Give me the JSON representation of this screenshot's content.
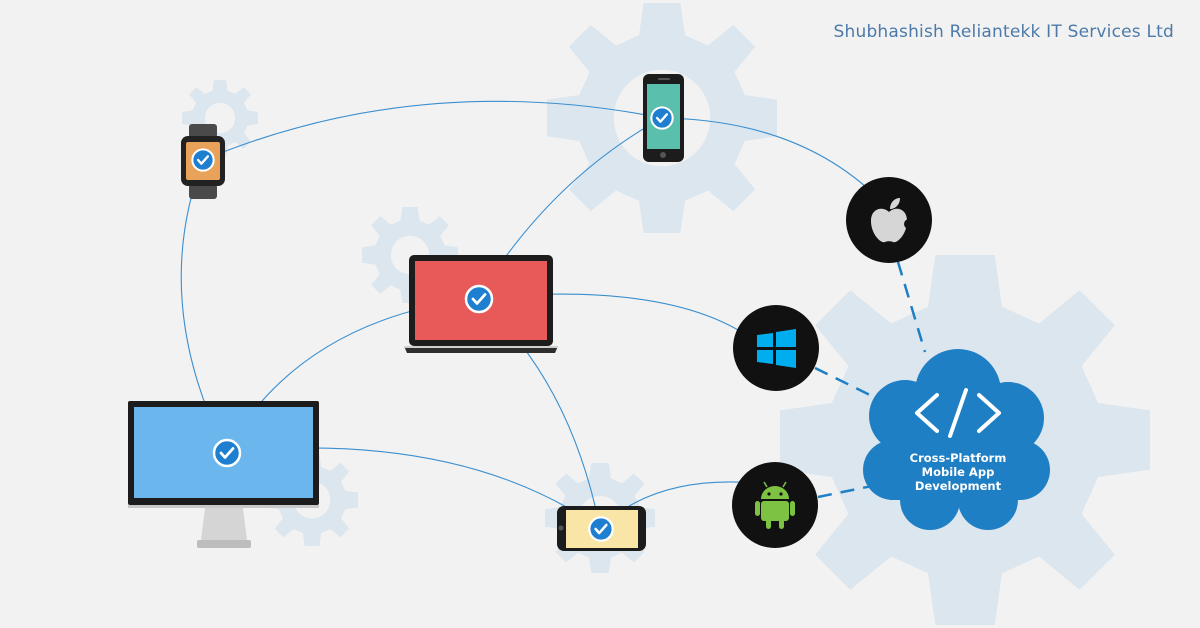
{
  "header": {
    "company_name": "Shubhashish Reliantekk IT Services Ltd"
  },
  "hub": {
    "icon": "code-brackets-icon",
    "label_lines": [
      "Cross-Platform",
      "Mobile App",
      "Development"
    ]
  },
  "platforms": [
    {
      "name": "apple",
      "icon": "apple-logo-icon"
    },
    {
      "name": "windows",
      "icon": "windows-logo-icon"
    },
    {
      "name": "android",
      "icon": "android-logo-icon"
    }
  ],
  "devices": [
    {
      "type": "smartwatch",
      "screen_color": "#e8a25a"
    },
    {
      "type": "smartphone",
      "screen_color": "#5bbfae"
    },
    {
      "type": "laptop",
      "screen_color": "#e85a5a"
    },
    {
      "type": "desktop-monitor",
      "screen_color": "#6bb6ec"
    },
    {
      "type": "smartphone-landscape",
      "screen_color": "#f9e6a6"
    }
  ],
  "colors": {
    "background": "#f2f2f2",
    "gear": "#dce6ee",
    "link_line": "#3a8fcf",
    "check_badge": "#1e7fd0",
    "hub_blue": "#1f7fc4",
    "platform_circle": "#111111",
    "company_text": "#4d7aa8"
  }
}
